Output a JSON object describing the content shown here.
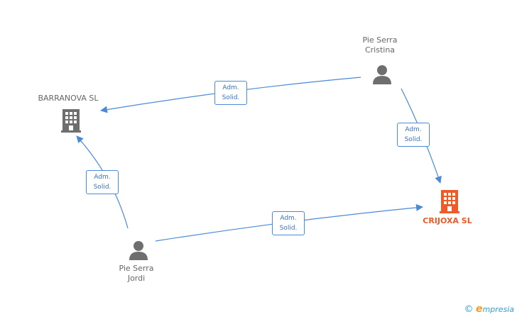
{
  "nodes": {
    "barranova": {
      "label": "BARRANOVA SL"
    },
    "crijoxa": {
      "label": "CRIJOXA SL"
    },
    "cristina": {
      "line1": "Pie Serra",
      "line2": "Cristina"
    },
    "jordi": {
      "line1": "Pie Serra",
      "line2": "Jordi"
    }
  },
  "edges": [
    {
      "line1": "Adm.",
      "line2": "Solid."
    },
    {
      "line1": "Adm.",
      "line2": "Solid."
    },
    {
      "line1": "Adm.",
      "line2": "Solid."
    },
    {
      "line1": "Adm.",
      "line2": "Solid."
    }
  ],
  "footer": {
    "copyright": "©",
    "brand_initial": "e",
    "brand_rest": "mpresia"
  },
  "colors": {
    "edge": "#4a8ad6",
    "company": "#6e6e6e",
    "highlight": "#f05a28",
    "person": "#6e6e6e"
  }
}
